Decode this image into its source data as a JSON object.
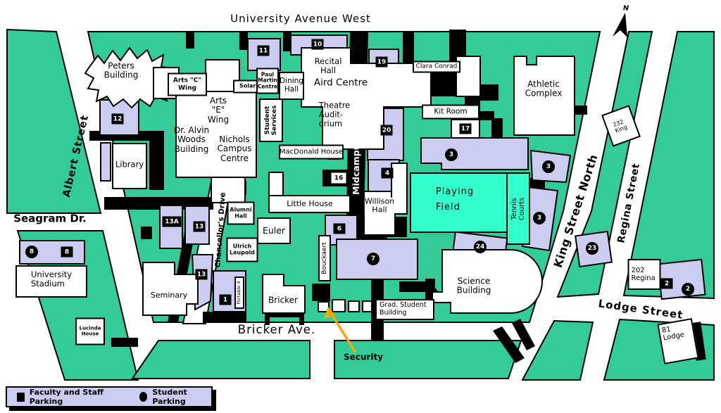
{
  "compass": {
    "north_label": "N"
  },
  "streets": {
    "university_avenue": "University Avenue West",
    "albert": "Albert Street",
    "seagram": "Seagram Dr.",
    "midcampus": "Midcampus Drive",
    "chancellors": "Chancellor's Drive",
    "king": "King Street North",
    "regina": "Regina Street",
    "bricker": "Bricker Ave.",
    "lodge": "Lodge Street"
  },
  "buildings": {
    "peters": "Peters\nBuilding",
    "arts_c_wing": "Arts \"C\"\nWing",
    "arts_e_wing": "Arts\n\"E\"\nWing",
    "dr_alvin_woods": "Dr. Alvin\nWoods\nBuilding",
    "nichols_campus_centre": "Nichols\nCampus\nCentre",
    "library": "Library",
    "solarium": "Solarium",
    "paul_martin_centre": "Paul\nMartin\nCentre",
    "dining_hall": "Dining\nHall",
    "student_services": "Student\nServices",
    "recital_hall": "Recital\nHall",
    "aird_centre": "Aird Centre",
    "theatre_auditorium": "Theatre\nAudit-\norium",
    "macdonald_house": "MacDonald House",
    "clara_conrad": "Clara Conrad",
    "kit_room": "Kit Room",
    "athletic_complex": "Athletic\nComplex",
    "little_house": "Little House",
    "alumni_hall": "Alumni\nHall",
    "euler": "Euler",
    "ulrich_leupold": "Ulrich\nLeupold",
    "willison_hall": "Willison\nHall",
    "seminary": "Seminary",
    "bricker_building": "Bricker",
    "bouckaert": "Bouckaert",
    "portable_4": "Portable 4",
    "science_building": "Science\nBuilding",
    "grad_student_building": "Grad. Student\nBuilding",
    "university_stadium": "University\nStadium",
    "lucinda_house": "Lucinda\nHouse",
    "king_232": "232\nKing",
    "regina_202": "202\nRegina",
    "lodge_81": "81\nLodge"
  },
  "areas": {
    "playing_field": "Playing\nField",
    "tennis_courts": "Tennis\nCourts"
  },
  "annotations": {
    "security": "Security"
  },
  "parking_badges": {
    "sq1": "1",
    "sq2": "2",
    "sq4": "4",
    "sq6": "6",
    "sq8": "8",
    "sq10": "10",
    "sq11": "11",
    "sq12": "12",
    "sq13_upper": "13",
    "sq13_lower": "13",
    "sq13A": "13A",
    "sq16": "16",
    "sq17": "17",
    "sq19": "19",
    "sq20": "20",
    "ci2": "2",
    "ci3_a": "3",
    "ci3_b": "3",
    "ci3_c": "3",
    "ci7": "7",
    "ci8": "8",
    "ci23": "23",
    "ci24": "24"
  },
  "legend": {
    "faculty": "Faculty and Staff Parking",
    "student": "Student Parking"
  },
  "colors": {
    "campus_green": "#33CC99",
    "parking_lavender": "#CCCCF0",
    "field_cyan": "#33FFCC",
    "road_white": "#FFFFFF",
    "outline_black": "#000000",
    "security_arrow_orange": "#FFA500"
  }
}
